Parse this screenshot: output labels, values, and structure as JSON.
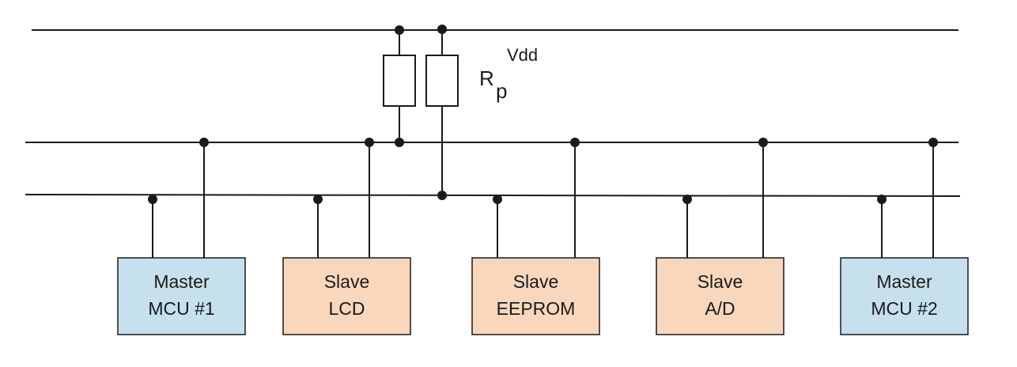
{
  "labels": {
    "vdd": "Vdd",
    "rp_main": "R",
    "rp_sub": "p"
  },
  "devices": [
    {
      "line1": "Master",
      "line2": "MCU #1",
      "kind": "master"
    },
    {
      "line1": "Slave",
      "line2": "LCD",
      "kind": "slave"
    },
    {
      "line1": "Slave",
      "line2": "EEPROM",
      "kind": "slave"
    },
    {
      "line1": "Slave",
      "line2": "A/D",
      "kind": "slave"
    },
    {
      "line1": "Master",
      "line2": "MCU #2",
      "kind": "master"
    }
  ],
  "colors": {
    "master_fill": "#c6e0ee",
    "slave_fill": "#f8d7bd",
    "line": "#1a1a1a"
  }
}
